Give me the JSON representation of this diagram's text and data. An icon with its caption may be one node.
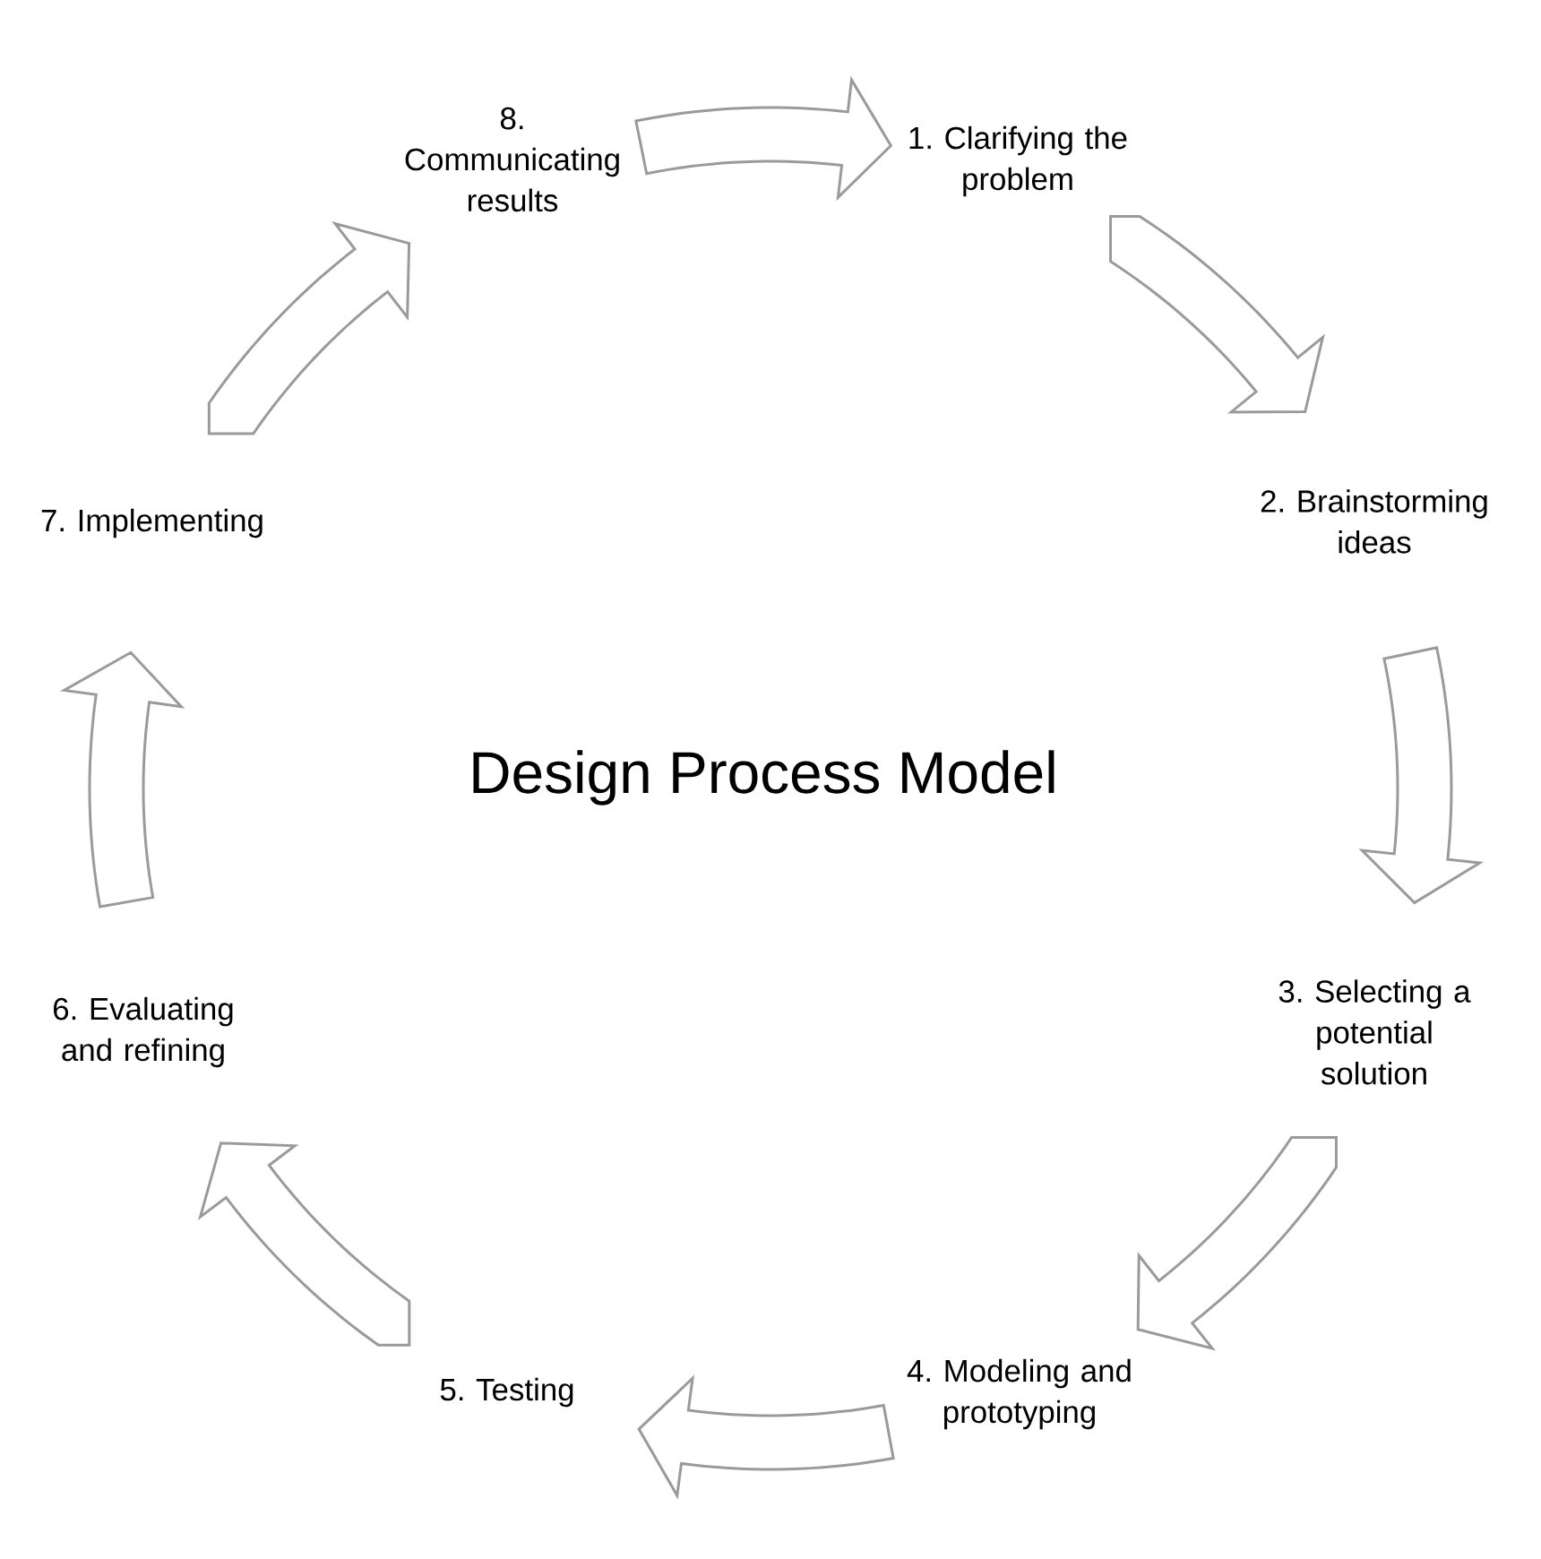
{
  "diagram": {
    "title": "Design Process Model",
    "nodes": [
      {
        "text": [
          "1. Clarifying the problem"
        ]
      },
      {
        "text": [
          "2. Brainstorming ideas"
        ]
      },
      {
        "text": [
          "3. Selecting a potential solution"
        ]
      },
      {
        "text": [
          "4. Modeling and prototyping"
        ]
      },
      {
        "text": [
          "5. Testing"
        ]
      },
      {
        "text": [
          "6. Evaluating and refining"
        ]
      },
      {
        "text": [
          "7. Implementing"
        ]
      },
      {
        "text": [
          "8. Communicating results"
        ]
      }
    ],
    "edges": [
      {
        "from": 0,
        "to": 1,
        "arrow": "to"
      },
      {
        "from": 1,
        "to": 2,
        "arrow": "to"
      },
      {
        "from": 2,
        "to": 3,
        "arrow": "to"
      },
      {
        "from": 3,
        "to": 4,
        "arrow": "to"
      },
      {
        "from": 4,
        "to": 5,
        "arrow": "to"
      },
      {
        "from": 5,
        "to": 6,
        "arrow": "to"
      },
      {
        "from": 6,
        "to": 7,
        "arrow": "to"
      },
      {
        "from": 7,
        "to": 0,
        "arrow": "to"
      }
    ]
  }
}
